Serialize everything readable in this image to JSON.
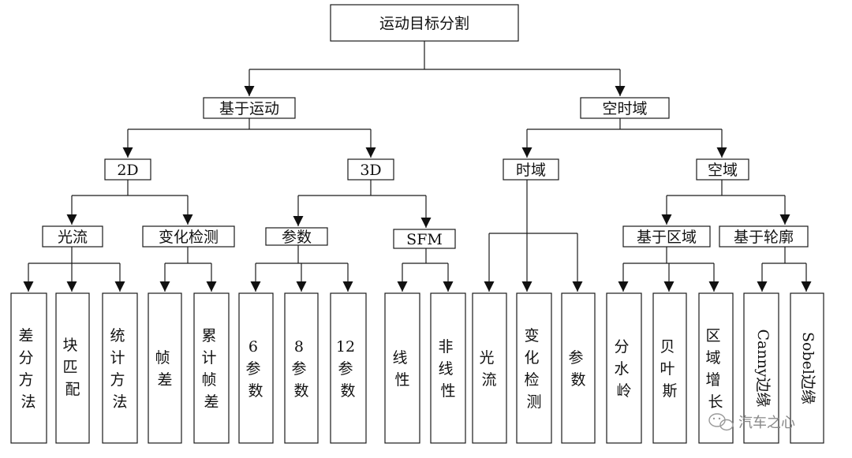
{
  "nodes": {
    "root": "运动目标分割",
    "motion": "基于运动",
    "spatiotemporal": "空时域",
    "m2d": "2D",
    "m3d": "3D",
    "temporal": "时域",
    "spatial": "空域",
    "optical_flow": "光流",
    "change_detect": "变化检测",
    "params": "参数",
    "sfm": "SFM",
    "region_based": "基于区域",
    "contour_based": "基于轮廓"
  },
  "leaves": {
    "diff": [
      "差",
      "分",
      "方",
      "法"
    ],
    "block": [
      "块",
      "匹",
      "配"
    ],
    "stat": [
      "统",
      "计",
      "方",
      "法"
    ],
    "frame_diff": [
      "帧",
      "差"
    ],
    "accum_diff": [
      "累",
      "计",
      "帧",
      "差"
    ],
    "p6": [
      "6",
      "参",
      "数"
    ],
    "p8": [
      "8",
      "参",
      "数"
    ],
    "p12": [
      "12",
      "参",
      "数"
    ],
    "linear": [
      "线",
      "性"
    ],
    "nonlinear": [
      "非",
      "线",
      "性"
    ],
    "t_flow": [
      "光",
      "流"
    ],
    "t_change": [
      "变",
      "化",
      "检",
      "测"
    ],
    "t_param": [
      "参",
      "数"
    ],
    "watershed": [
      "分",
      "水",
      "岭"
    ],
    "bayes": [
      "贝",
      "叶",
      "斯"
    ],
    "region_grow": [
      "区",
      "域",
      "增",
      "长"
    ],
    "canny": "Canny边缘",
    "sobel": "Sobel边缘"
  },
  "watermark": {
    "text": "汽车之心",
    "icon": "wechat-icon"
  }
}
